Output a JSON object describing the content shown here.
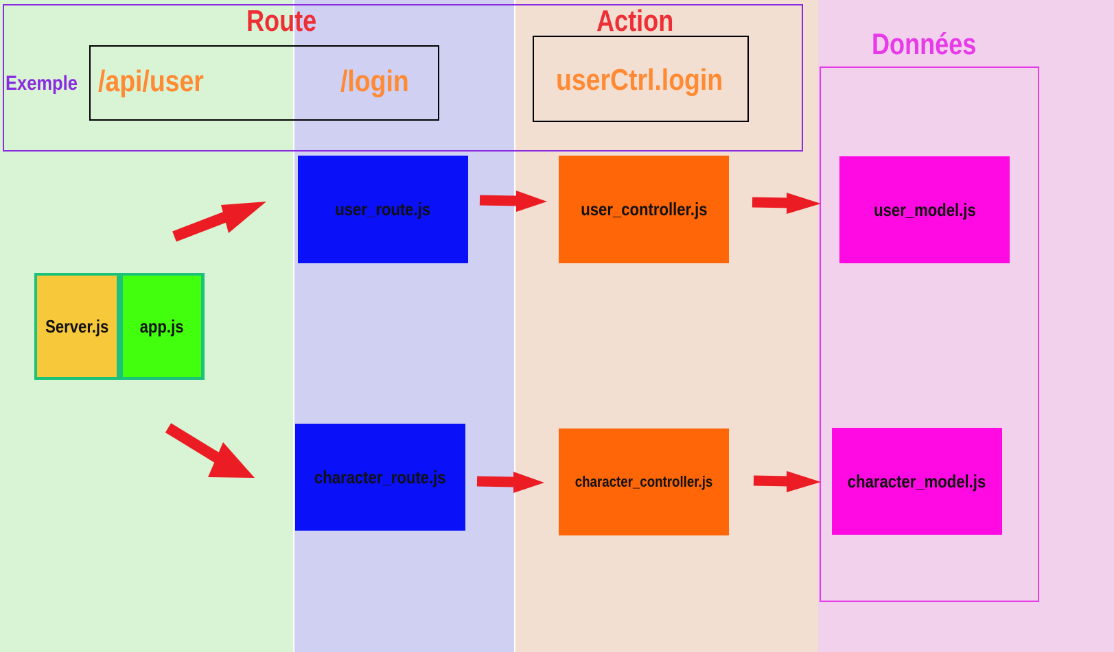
{
  "colors": {
    "server_column": "#d8f4d4",
    "route_column": "#cfd0f2",
    "action_column": "#f2dfd2",
    "data_column": "#f1d1ec",
    "heading": "#ee2f36",
    "data_heading": "#e83ae8",
    "example_label": "#8a2be2",
    "example_text": "#ff8a33",
    "arrow": "#ec1c24",
    "server_group": "#1bc27a",
    "server_js": "#f7c93a",
    "app_js": "#41ff0d",
    "route_file": "#0a10f8",
    "controller_file": "#ff6608",
    "model_file": "#ff0ae2"
  },
  "headings": {
    "route": "Route",
    "action": "Action",
    "data": "Données"
  },
  "example": {
    "label": "Exemple",
    "path_prefix": "/api/user",
    "path_suffix": "/login",
    "action": "userCtrl.login"
  },
  "server": {
    "server_file": "Server.js",
    "app_file": "app.js"
  },
  "routes": {
    "user": "user_route.js",
    "character": "character_route.js"
  },
  "controllers": {
    "user": "user_controller.js",
    "character": "character_controller.js"
  },
  "models": {
    "user": "user_model.js",
    "character": "character_model.js"
  },
  "arrow_icon": "arrow-icon"
}
